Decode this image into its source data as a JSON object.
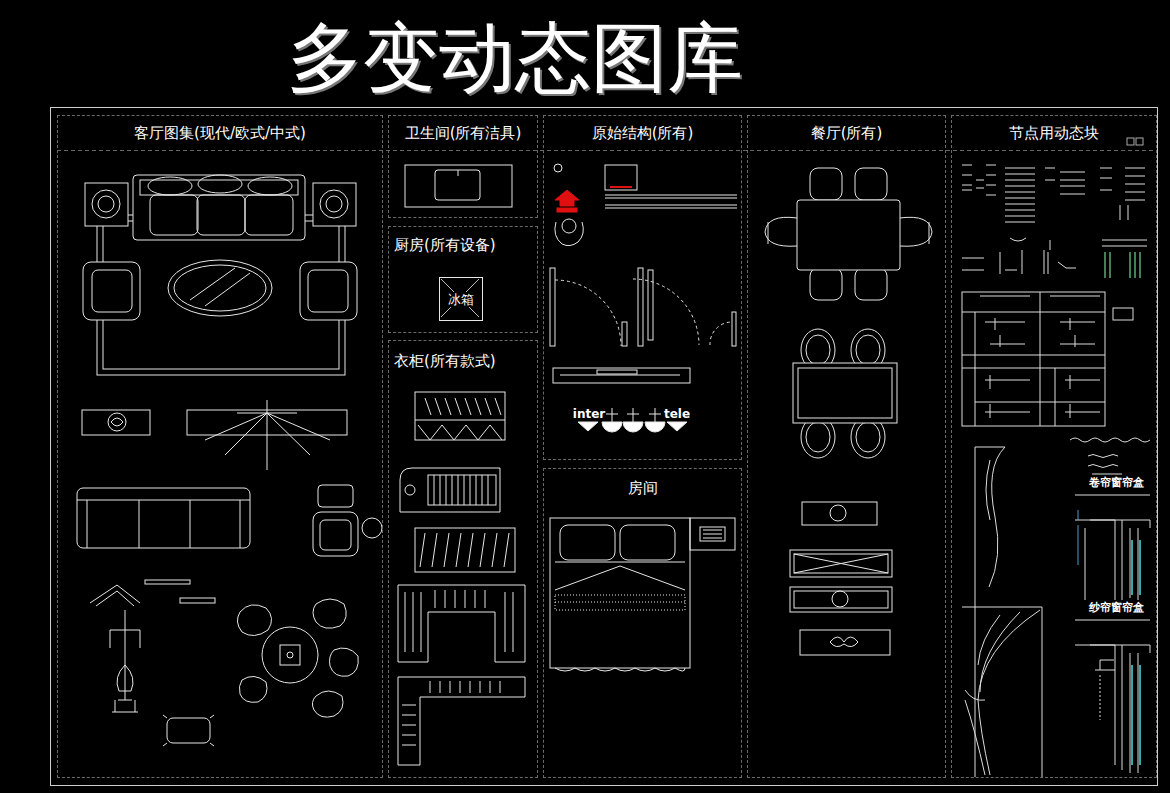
{
  "diagram": {
    "title": "多变动态图库",
    "nodes": [
      {
        "text": [
          "客厅图集(现代/欧式/中式)"
        ]
      },
      {
        "text": [
          "卫生间(所有洁具)"
        ]
      },
      {
        "text": [
          "厨房(所有设备)"
        ]
      },
      {
        "text": [
          "冰箱"
        ],
        "in": 2
      },
      {
        "text": [
          "衣柜(所有款式)"
        ]
      },
      {
        "text": [
          "原始结构(所有)"
        ]
      },
      {
        "text": [
          "房间"
        ]
      },
      {
        "text": [
          "餐厅(所有)"
        ]
      },
      {
        "text": [
          "节点用动态块"
        ]
      }
    ],
    "labels": [
      "inter",
      "tele",
      "卷帘窗帘盒",
      "纱帘窗帘盒"
    ]
  }
}
